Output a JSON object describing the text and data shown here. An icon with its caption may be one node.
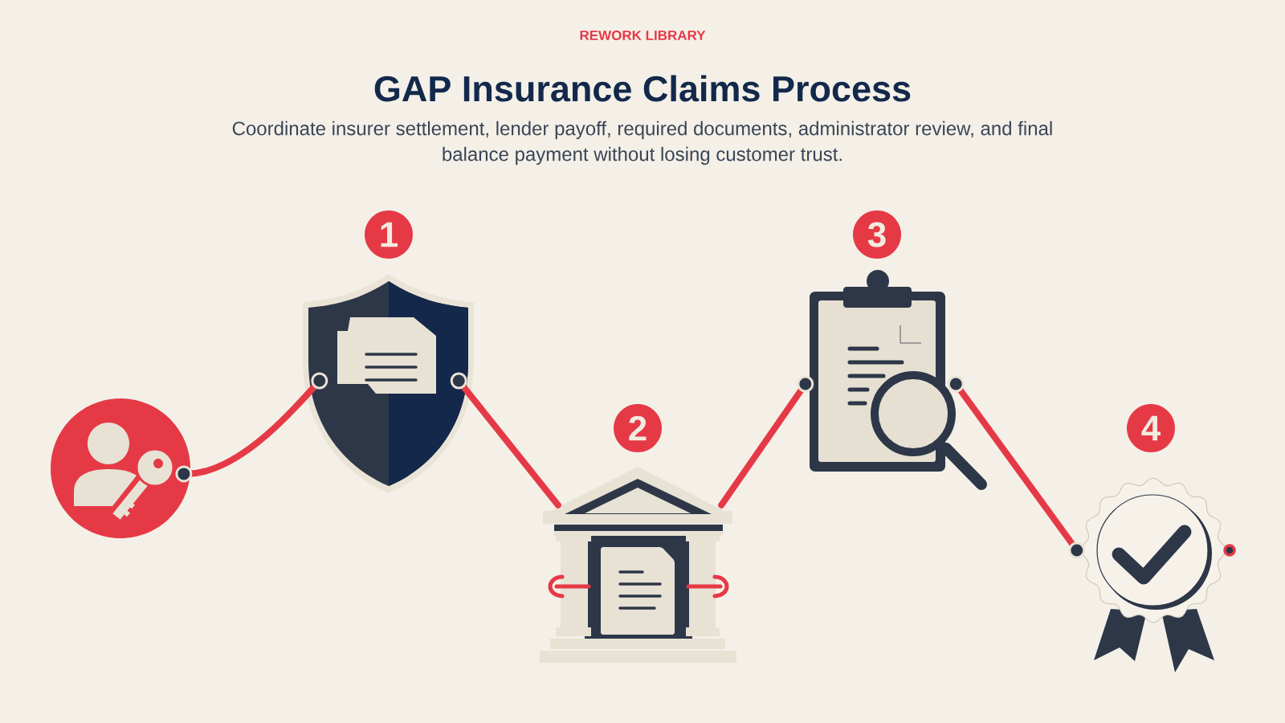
{
  "diagram": {
    "title": "GAP Insurance Claims Process",
    "nodes": [
      {
        "text": [],
        "shape": "picture"
      },
      {
        "text": [
          "1"
        ]
      },
      {
        "text": [],
        "shape": "picture"
      },
      {
        "text": [
          "2"
        ]
      },
      {
        "text": [],
        "shape": "picture"
      },
      {
        "text": [
          "3"
        ]
      },
      {
        "text": [],
        "shape": "picture"
      },
      {
        "text": [
          "4"
        ]
      },
      {
        "text": [],
        "shape": "picture"
      }
    ],
    "edges": [
      {
        "from": 0,
        "to": 2,
        "arrow": "other"
      },
      {
        "from": 2,
        "to": 4,
        "arrow": "other"
      },
      {
        "from": 4,
        "to": 6,
        "arrow": "other"
      },
      {
        "from": 6,
        "to": 8,
        "arrow": "other"
      }
    ],
    "labels": [
      "REWORK LIBRARY",
      "Coordinate insurer settlement, lender payoff, required documents, administrator review, and final balance payment without losing customer trust."
    ]
  }
}
